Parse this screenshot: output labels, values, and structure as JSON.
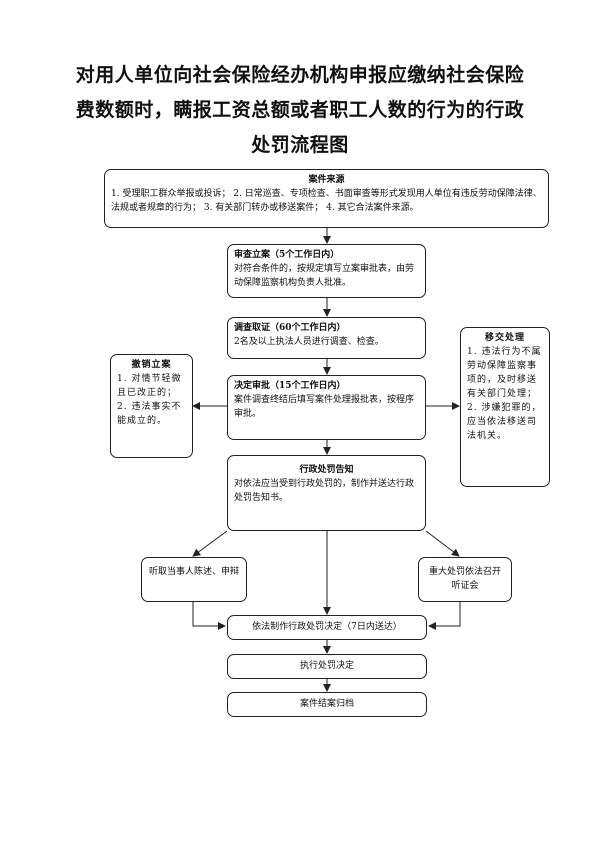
{
  "title": {
    "line1": "对用人单位向社会保险经办机构申报应缴纳社会保险",
    "line2": "费数额时，瞒报工资总额或者职工人数的行为的行政",
    "line3": "处罚流程图"
  },
  "nodes": {
    "source": {
      "heading": "案件来源",
      "text": "1. 受理职工群众举报或投诉； 2. 日常巡查、专项检查、书面审查等形式发现用人单位有违反劳动保障法律、法规或者规章的行为； 3. 有关部门转办或移送案件； 4. 其它合法案件来源。"
    },
    "filing": {
      "heading": "审查立案（5个工作日内）",
      "text": "对符合条件的，按规定填写立案审批表，由劳动保障监察机构负责人批准。"
    },
    "investigation": {
      "heading": "调查取证（60个工作日内）",
      "text": "2名及以上执法人员进行调查、检查。"
    },
    "decision": {
      "heading": "决定审批（15个工作日内）",
      "text": "案件调查终结后填写案件处理报批表，按程序审批。"
    },
    "withdraw": {
      "heading": "撤销立案",
      "text": "1. 对情节轻微且已改正的； 2. 违法事实不能成立的。"
    },
    "transfer": {
      "heading": "移交处理",
      "text": "1. 违法行为不属劳动保障监察事项的，及时移送有关部门处理； 2. 涉嫌犯罪的，应当依法移送司法机关。"
    },
    "notice": {
      "heading": "行政处罚告知",
      "text": "对依法应当受到行政处罚的，制作并送达行政处罚告知书。"
    },
    "statement": {
      "text": "听取当事人陈述、申辩"
    },
    "hearing": {
      "text": "重大处罚依法召开听证会"
    },
    "penalty_decision": {
      "text": "依法制作行政处罚决定（7日内送达）"
    },
    "execute": {
      "text": "执行处罚决定"
    },
    "archive": {
      "text": "案件结案归档"
    }
  }
}
